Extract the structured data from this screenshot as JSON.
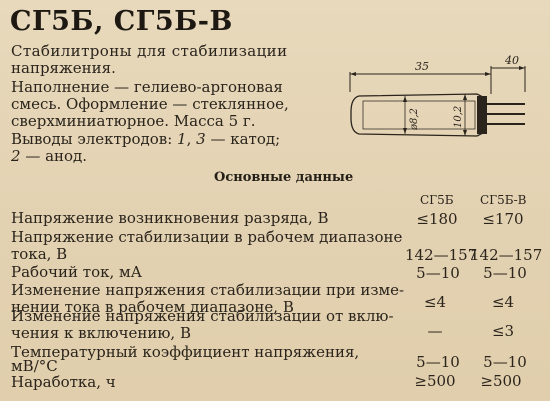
{
  "title": "СГ5Б, СГ5Б-В",
  "description": [
    "Стабилитроны для стабилизации",
    "напряжения.",
    "Наполнение — гелиево-аргоновая",
    "смесь. Оформление — стеклянное,",
    "сверхминиатюрное. Масса 5 г.",
    "Выводы электродов: 1, 3 — катод;",
    "2 — анод."
  ],
  "diagram": {
    "length_label": "35",
    "lead_label": "40",
    "diameter_label": "ø8,2",
    "height_label": "10,2"
  },
  "section_title": "Основные данные",
  "columns": [
    "СГ5Б",
    "СГ5Б-В"
  ],
  "rows": [
    {
      "label": [
        "Напряжение возникновения разряда, В"
      ],
      "v1": "≤180",
      "v2": "≤170"
    },
    {
      "label": [
        "Напряжение стабилизации в рабочем диапазоне",
        "тока, В"
      ],
      "v1": "142—157",
      "v2": "142—157"
    },
    {
      "label": [
        "Рабочий ток, мА"
      ],
      "v1": "5—10",
      "v2": "5—10"
    },
    {
      "label": [
        "Изменение напряжения стабилизации при изме-",
        "нении тока в рабочем диапазоне, В"
      ],
      "v1": "≤4",
      "v2": "≤4"
    },
    {
      "label": [
        "Изменение напряжения стабилизации от вклю-",
        "чения к включению, В"
      ],
      "v1": "—",
      "v2": "≤3"
    },
    {
      "label": [
        "Температурный коэффициент напряжения,",
        "мВ/°С"
      ],
      "v1": "5—10",
      "v2": "5—10"
    },
    {
      "label": [
        "Наработка, ч"
      ],
      "v1": "≥500",
      "v2": "≥500"
    }
  ]
}
